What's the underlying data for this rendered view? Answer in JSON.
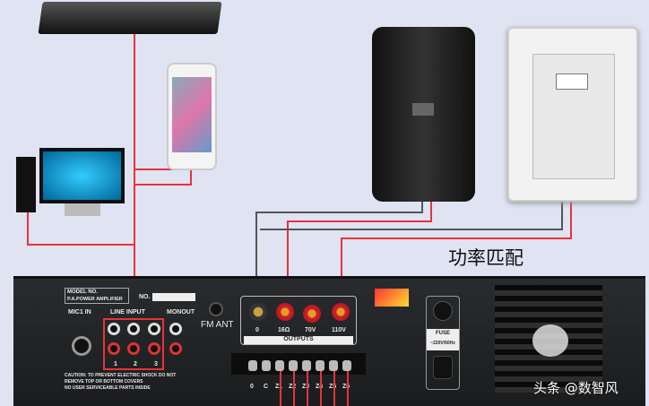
{
  "title": "功率匹配",
  "watermark": "头条 @数智风",
  "amplifier": {
    "model_label": "MODEL NO.",
    "model_name": "P.A.POWER AMPLIFIER",
    "no_label": "NO.",
    "mic_label": "MIC1 IN",
    "line_input_label": "LINE INPUT",
    "monout_label": "MONOUT",
    "input_numbers": [
      "1",
      "2",
      "3"
    ],
    "fm_label": "FM ANT",
    "output_taps": [
      "0",
      "16Ω",
      "70V",
      "110V"
    ],
    "outputs_label": "OUTPUTS",
    "caution": [
      "CAUTION: TO PREVENT ELECTRIC SHOCK DO NOT",
      "REMOVE TOP OR BOTTOM COVERS",
      "NO USER SERVICEABLE PARTS INSIDE"
    ],
    "terminals": [
      "0",
      "C",
      "Z1",
      "Z2",
      "Z3",
      "Z4",
      "Z5",
      "Z6"
    ],
    "fuse_label": "FUSE",
    "power_label": "~220V/50Hz"
  },
  "colors": {
    "wire_signal": "#e8333a",
    "wire_ground": "#555555",
    "background": "#dfe3f2"
  }
}
